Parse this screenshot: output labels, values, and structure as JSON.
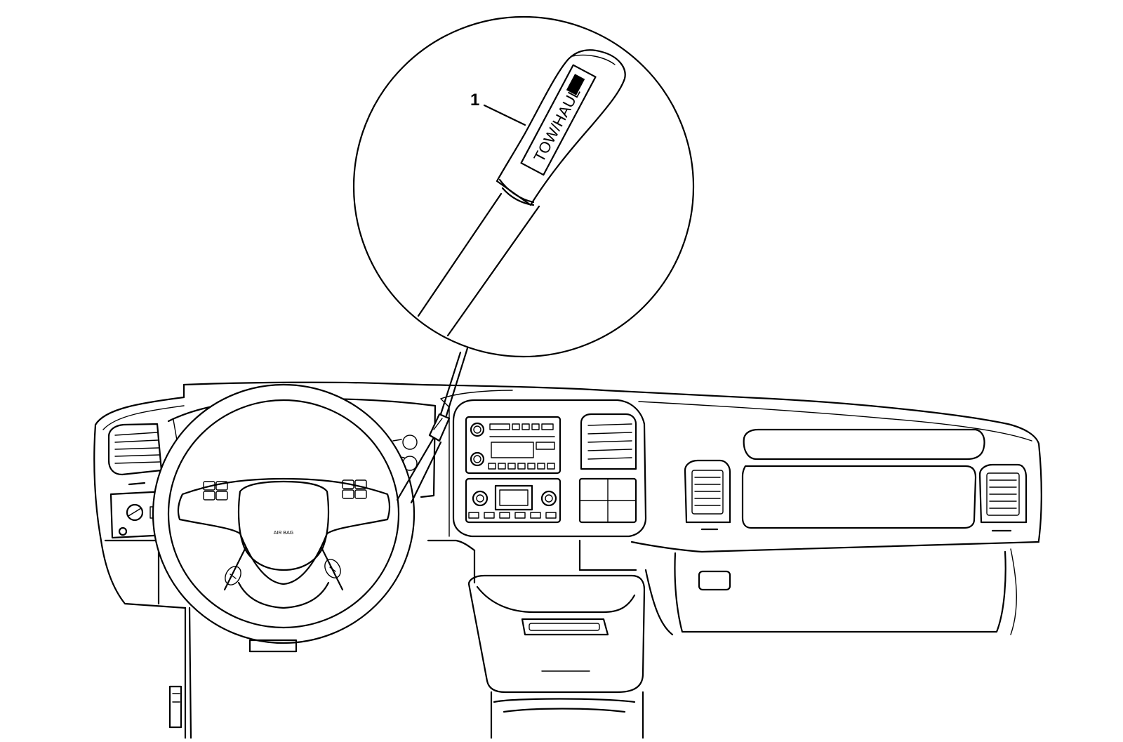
{
  "callout": {
    "number": "1"
  },
  "knob": {
    "label": "TOW/HAUL"
  },
  "steering_wheel": {
    "airbag_label": "AIR BAG"
  }
}
